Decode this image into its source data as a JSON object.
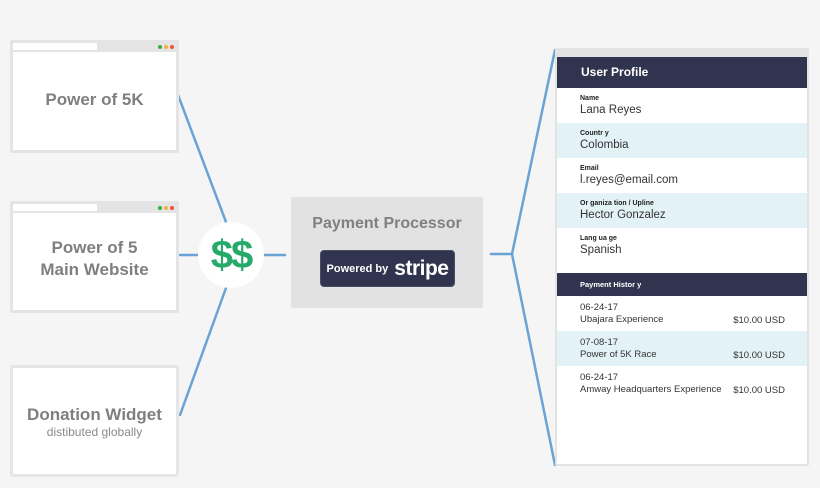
{
  "sources": [
    {
      "title_lines": [
        "Power of 5K"
      ],
      "subtitle": "",
      "type": "browser-window"
    },
    {
      "title_lines": [
        "Power of 5",
        "Main Website"
      ],
      "subtitle": "",
      "type": "browser-window"
    },
    {
      "title_lines": [
        "Donation Widget"
      ],
      "subtitle": "distibuted globally",
      "type": "widget"
    }
  ],
  "hub": {
    "symbol": "$$",
    "icon": "dollar-sign-icon",
    "color": "#27a96a"
  },
  "processor": {
    "title": "Payment Processor",
    "badge": {
      "prefix": "Powered by",
      "brand": "stripe"
    }
  },
  "profile": {
    "header": "User Profile",
    "fields": [
      {
        "label": "Name",
        "value": "Lana Reyes"
      },
      {
        "label": "Countr y",
        "value": "Colombia"
      },
      {
        "label": "Email",
        "value": "l.reyes@email.com"
      },
      {
        "label": "Or ganiza tion / Upline",
        "value": "Hector Gonzalez"
      },
      {
        "label": "Lang ua ge",
        "value": "Spanish"
      }
    ],
    "payment_history": {
      "header": "Payment Histor y",
      "rows": [
        {
          "date": "06-24-17",
          "description": "Ubajara Experience",
          "amount": "$10.00 USD"
        },
        {
          "date": "07-08-17",
          "description": "Power of 5K Race",
          "amount": "$10.00 USD"
        },
        {
          "date": "06-24-17",
          "description": "Amway Headquarters Experience",
          "amount": "$10.00 USD"
        }
      ]
    }
  },
  "colors": {
    "background": "#f5f5f5",
    "connector": "#6aa3d5",
    "navy": "#31344e",
    "row_alt": "#e3f2f7",
    "dot_green": "#3cab4e",
    "dot_yellow": "#f2b33d",
    "dot_red": "#e8553a"
  }
}
